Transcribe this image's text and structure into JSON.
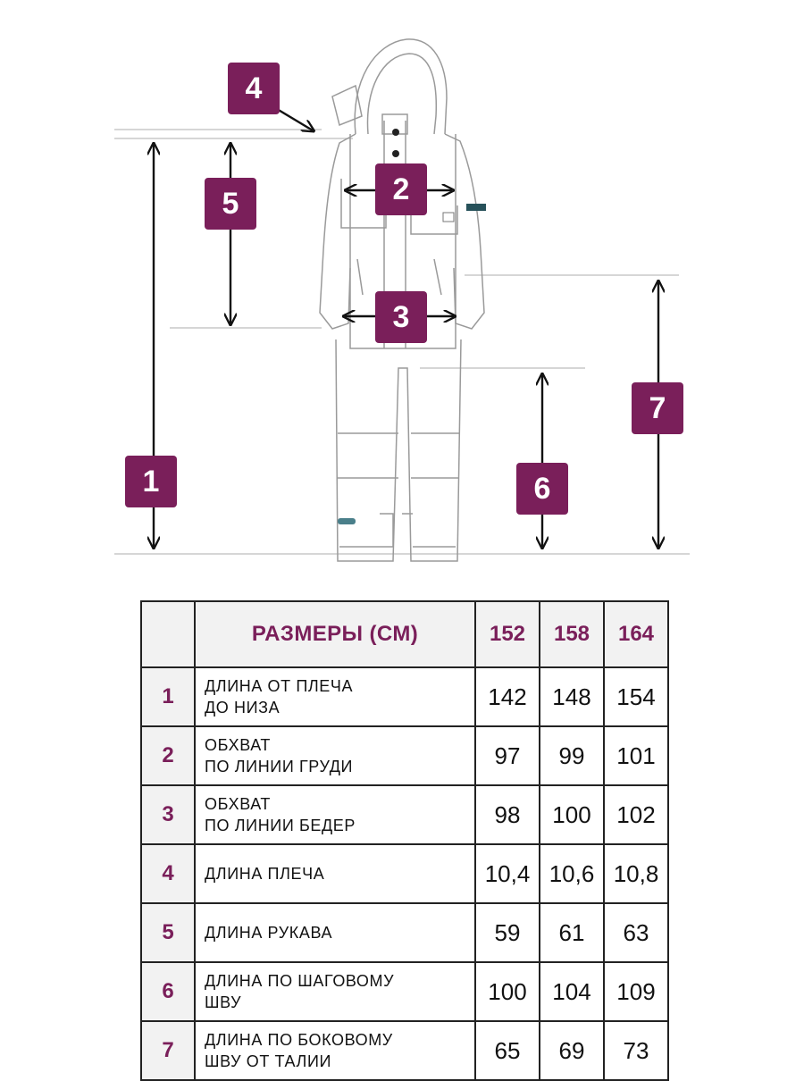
{
  "accent_color": "#7a1f5a",
  "diagram": {
    "garment": "kids-winter-overall-with-hood",
    "markers": [
      "1",
      "2",
      "3",
      "4",
      "5",
      "6",
      "7"
    ]
  },
  "table": {
    "header": "РАЗМЕРЫ (СМ)",
    "sizes": [
      "152",
      "158",
      "164"
    ],
    "rows": [
      {
        "num": "1",
        "label": [
          "ДЛИНА ОТ ПЛЕЧА",
          "ДО НИЗА"
        ],
        "values": [
          "142",
          "148",
          "154"
        ]
      },
      {
        "num": "2",
        "label": [
          "ОБХВАТ",
          "ПО ЛИНИИ ГРУДИ"
        ],
        "values": [
          "97",
          "99",
          "101"
        ]
      },
      {
        "num": "3",
        "label": [
          "ОБХВАТ",
          "ПО ЛИНИИ БЕДЕР"
        ],
        "values": [
          "98",
          "100",
          "102"
        ]
      },
      {
        "num": "4",
        "label": [
          "ДЛИНА ПЛЕЧА"
        ],
        "values": [
          "10,4",
          "10,6",
          "10,8"
        ]
      },
      {
        "num": "5",
        "label": [
          "ДЛИНА РУКАВА"
        ],
        "values": [
          "59",
          "61",
          "63"
        ]
      },
      {
        "num": "6",
        "label": [
          "ДЛИНА ПО ШАГОВОМУ",
          "ШВУ"
        ],
        "values": [
          "100",
          "104",
          "109"
        ]
      },
      {
        "num": "7",
        "label": [
          "ДЛИНА ПО БОКОВОМУ",
          "ШВУ ОТ ТАЛИИ"
        ],
        "values": [
          "65",
          "69",
          "73"
        ]
      }
    ]
  }
}
